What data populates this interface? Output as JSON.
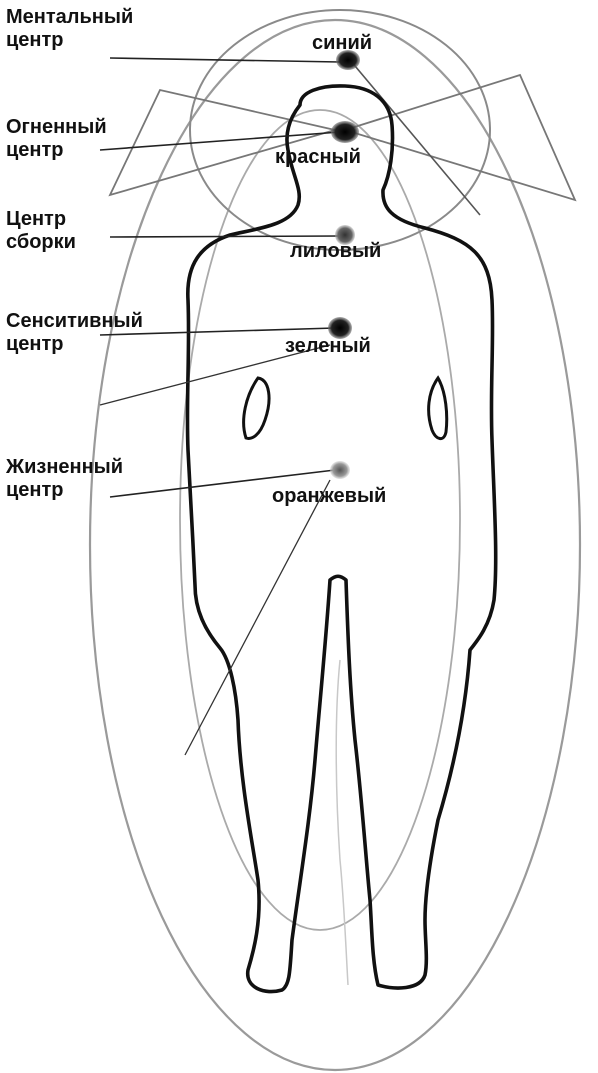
{
  "centers": [
    {
      "name_line1": "Ментальный",
      "name_line2": "центр",
      "color_label": "синий",
      "dot_color": "#1a1a1a"
    },
    {
      "name_line1": "Огненный",
      "name_line2": "центр",
      "color_label": "красный",
      "dot_color": "#2a2a2a"
    },
    {
      "name_line1": "Центр",
      "name_line2": "сборки",
      "color_label": "лиловый",
      "dot_color": "#555555"
    },
    {
      "name_line1": "Сенситивный",
      "name_line2": "центр",
      "color_label": "зеленый",
      "dot_color": "#3a3a3a"
    },
    {
      "name_line1": "Жизненный",
      "name_line2": "центр",
      "color_label": "оранжевый",
      "dot_color": "#888888"
    }
  ],
  "colors": {
    "ink": "#111111",
    "aura_line": "#9a9a9a",
    "body_outline": "#111111",
    "background": "#ffffff"
  }
}
